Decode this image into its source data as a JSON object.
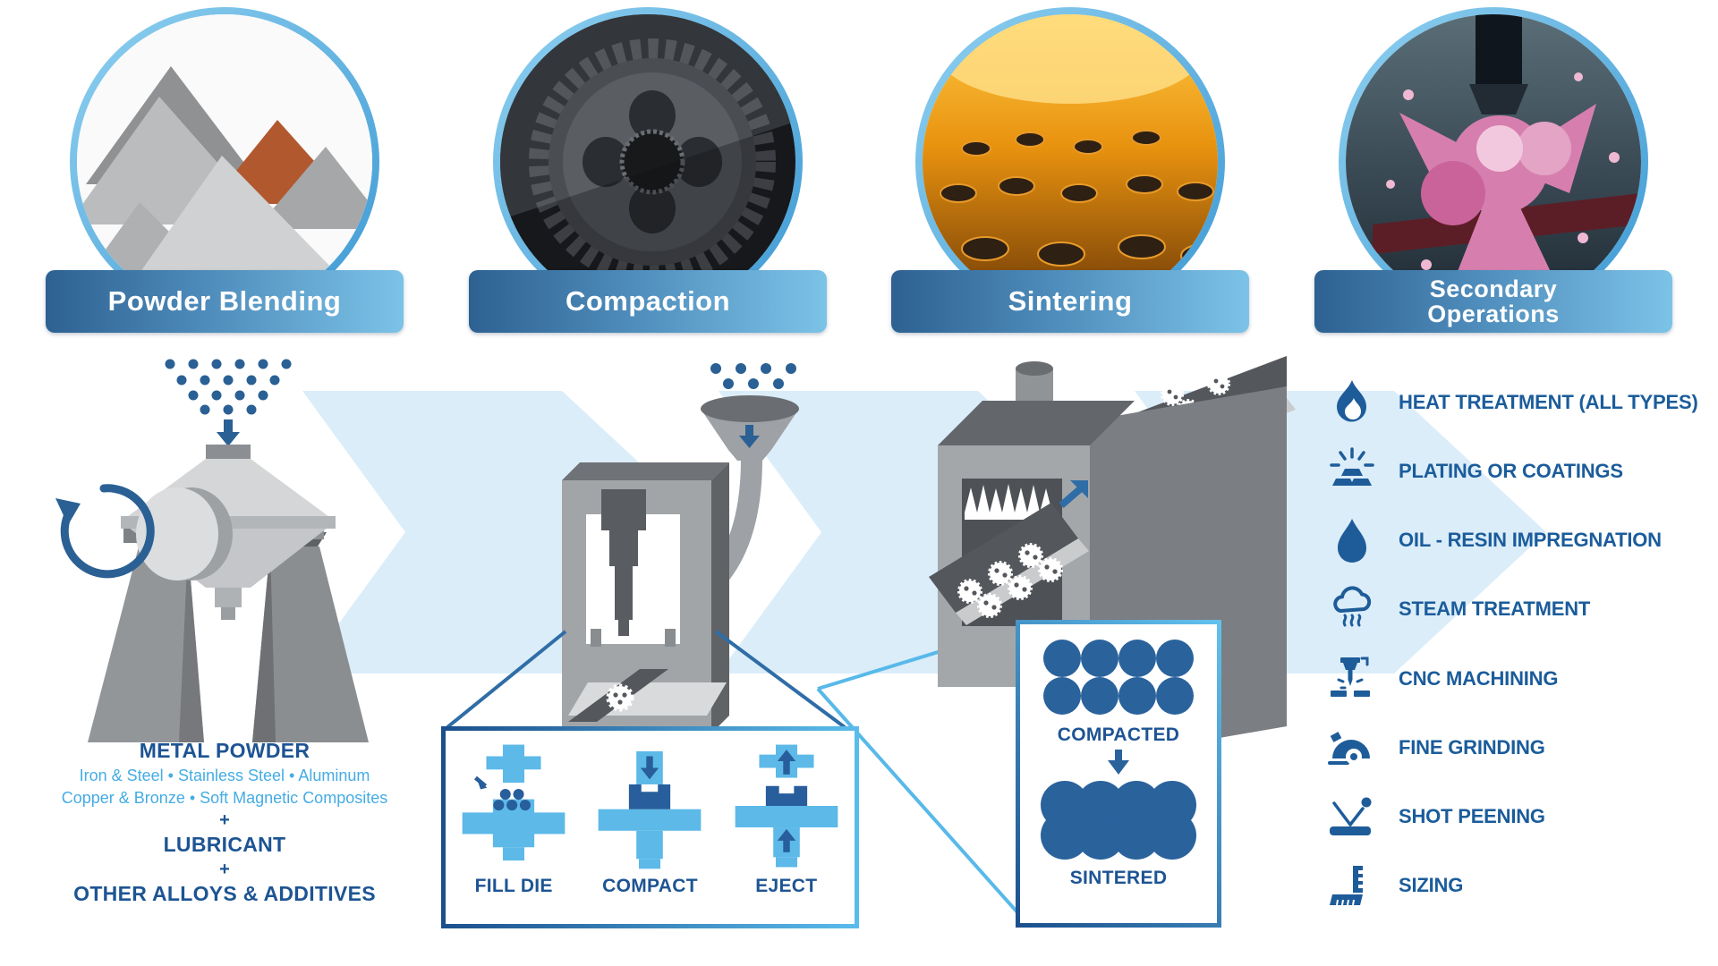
{
  "stages": [
    {
      "title": "Powder Blending"
    },
    {
      "title": "Compaction"
    },
    {
      "title": "Sintering"
    },
    {
      "title": "Secondary Operations"
    }
  ],
  "blending": {
    "heading": "METAL POWDER",
    "line1": "Iron & Steel  •  Stainless Steel  •  Aluminum",
    "line2": "Copper & Bronze  •  Soft Magnetic Composites",
    "plus": "+",
    "lubricant": "LUBRICANT",
    "additives": "OTHER ALLOYS & ADDITIVES"
  },
  "compaction": {
    "steps": [
      "FILL DIE",
      "COMPACT",
      "EJECT"
    ]
  },
  "sintering": {
    "compacted": "COMPACTED",
    "sintered": "SINTERED"
  },
  "secondary": {
    "items": [
      {
        "icon": "flame-icon",
        "label": "HEAT TREATMENT (ALL TYPES)"
      },
      {
        "icon": "plating-icon",
        "label": "PLATING OR COATINGS"
      },
      {
        "icon": "oil-droplet-icon",
        "label": "OIL - RESIN IMPREGNATION"
      },
      {
        "icon": "steam-cloud-icon",
        "label": "STEAM TREATMENT"
      },
      {
        "icon": "cnc-mill-icon",
        "label": "CNC MACHINING"
      },
      {
        "icon": "grinder-icon",
        "label": "FINE GRINDING"
      },
      {
        "icon": "shot-peening-icon",
        "label": "SHOT PEENING"
      },
      {
        "icon": "sizing-ruler-icon",
        "label": "SIZING"
      }
    ]
  },
  "colors": {
    "navy": "#1D5493",
    "light_blue": "#45ACE4",
    "arrow_fill": "#DBEDF9",
    "banner_dark": "#2D6191",
    "banner_light": "#7CC3E8"
  }
}
